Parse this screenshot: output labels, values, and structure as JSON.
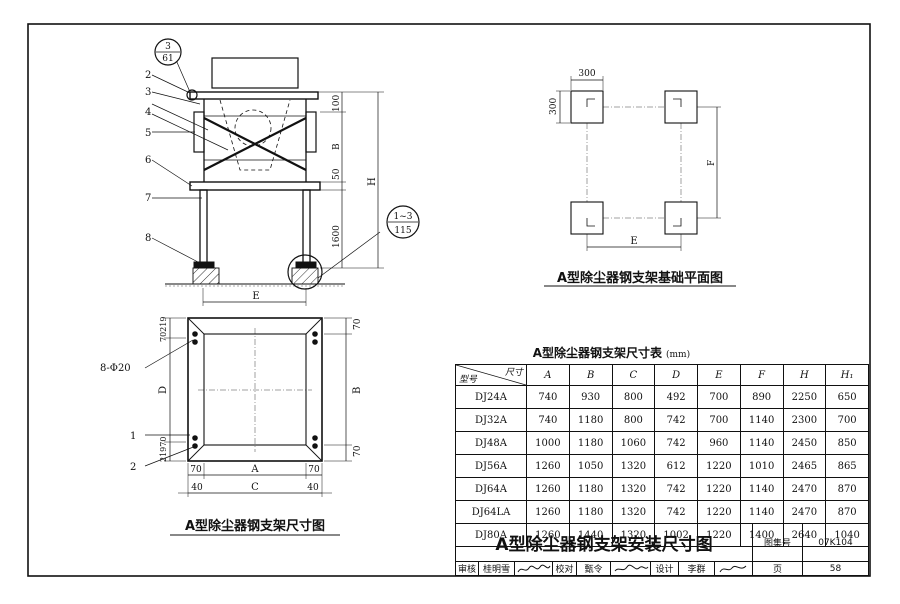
{
  "drawing": {
    "elevation": {
      "callout_top": {
        "num": "3",
        "den": "61"
      },
      "callout_bottom": {
        "num": "1~3",
        "den": "115"
      },
      "labels": [
        "2",
        "3",
        "4",
        "5",
        "6",
        "7",
        "8"
      ],
      "dims": {
        "d100": "100",
        "dB": "B",
        "d50": "50",
        "dH": "H",
        "d1600": "1600",
        "dE": "E"
      }
    },
    "foundation_plan": {
      "title": "A型除尘器钢支架基础平面图",
      "dims": {
        "w300": "300",
        "h300": "300",
        "dF": "F",
        "dE": "E"
      }
    },
    "dimension_plan": {
      "title": "A型除尘器钢支架尺寸图",
      "labels": {
        "hole": "8-Φ20",
        "l1": "1",
        "l2": "2"
      },
      "dims": {
        "left_top": "70219",
        "left_bottom": "21970",
        "dD": "D",
        "r70top": "70",
        "r70bottom": "70",
        "dB": "B",
        "b70l": "70",
        "b70r": "70",
        "dA": "A",
        "b40l": "40",
        "b40r": "40",
        "dC": "C"
      }
    }
  },
  "table": {
    "title": "A型除尘器钢支架尺寸表",
    "unit": "(mm)",
    "corner_top": "尺寸",
    "corner_bottom": "型号",
    "columns": [
      "A",
      "B",
      "C",
      "D",
      "E",
      "F",
      "H",
      "H₁"
    ],
    "rows": [
      [
        "DJ24A",
        "740",
        "930",
        "800",
        "492",
        "700",
        "890",
        "2250",
        "650"
      ],
      [
        "DJ32A",
        "740",
        "1180",
        "800",
        "742",
        "700",
        "1140",
        "2300",
        "700"
      ],
      [
        "DJ48A",
        "1000",
        "1180",
        "1060",
        "742",
        "960",
        "1140",
        "2450",
        "850"
      ],
      [
        "DJ56A",
        "1260",
        "1050",
        "1320",
        "612",
        "1220",
        "1010",
        "2465",
        "865"
      ],
      [
        "DJ64A",
        "1260",
        "1180",
        "1320",
        "742",
        "1220",
        "1140",
        "2470",
        "870"
      ],
      [
        "DJ64LA",
        "1260",
        "1180",
        "1320",
        "742",
        "1220",
        "1140",
        "2470",
        "870"
      ],
      [
        "DJ80A",
        "1260",
        "1440",
        "1320",
        "1002",
        "1220",
        "1400",
        "2640",
        "1040"
      ]
    ]
  },
  "title_block": {
    "title": "A型除尘器钢支架安装尺寸图",
    "atlas_label": "图集号",
    "atlas_no": "07K104",
    "page_label": "页",
    "page_no": "58",
    "review_label": "审核",
    "reviewer": "桂明雪",
    "check_label": "校对",
    "checker": "甄令",
    "design_label": "设计",
    "designer": "李群"
  }
}
